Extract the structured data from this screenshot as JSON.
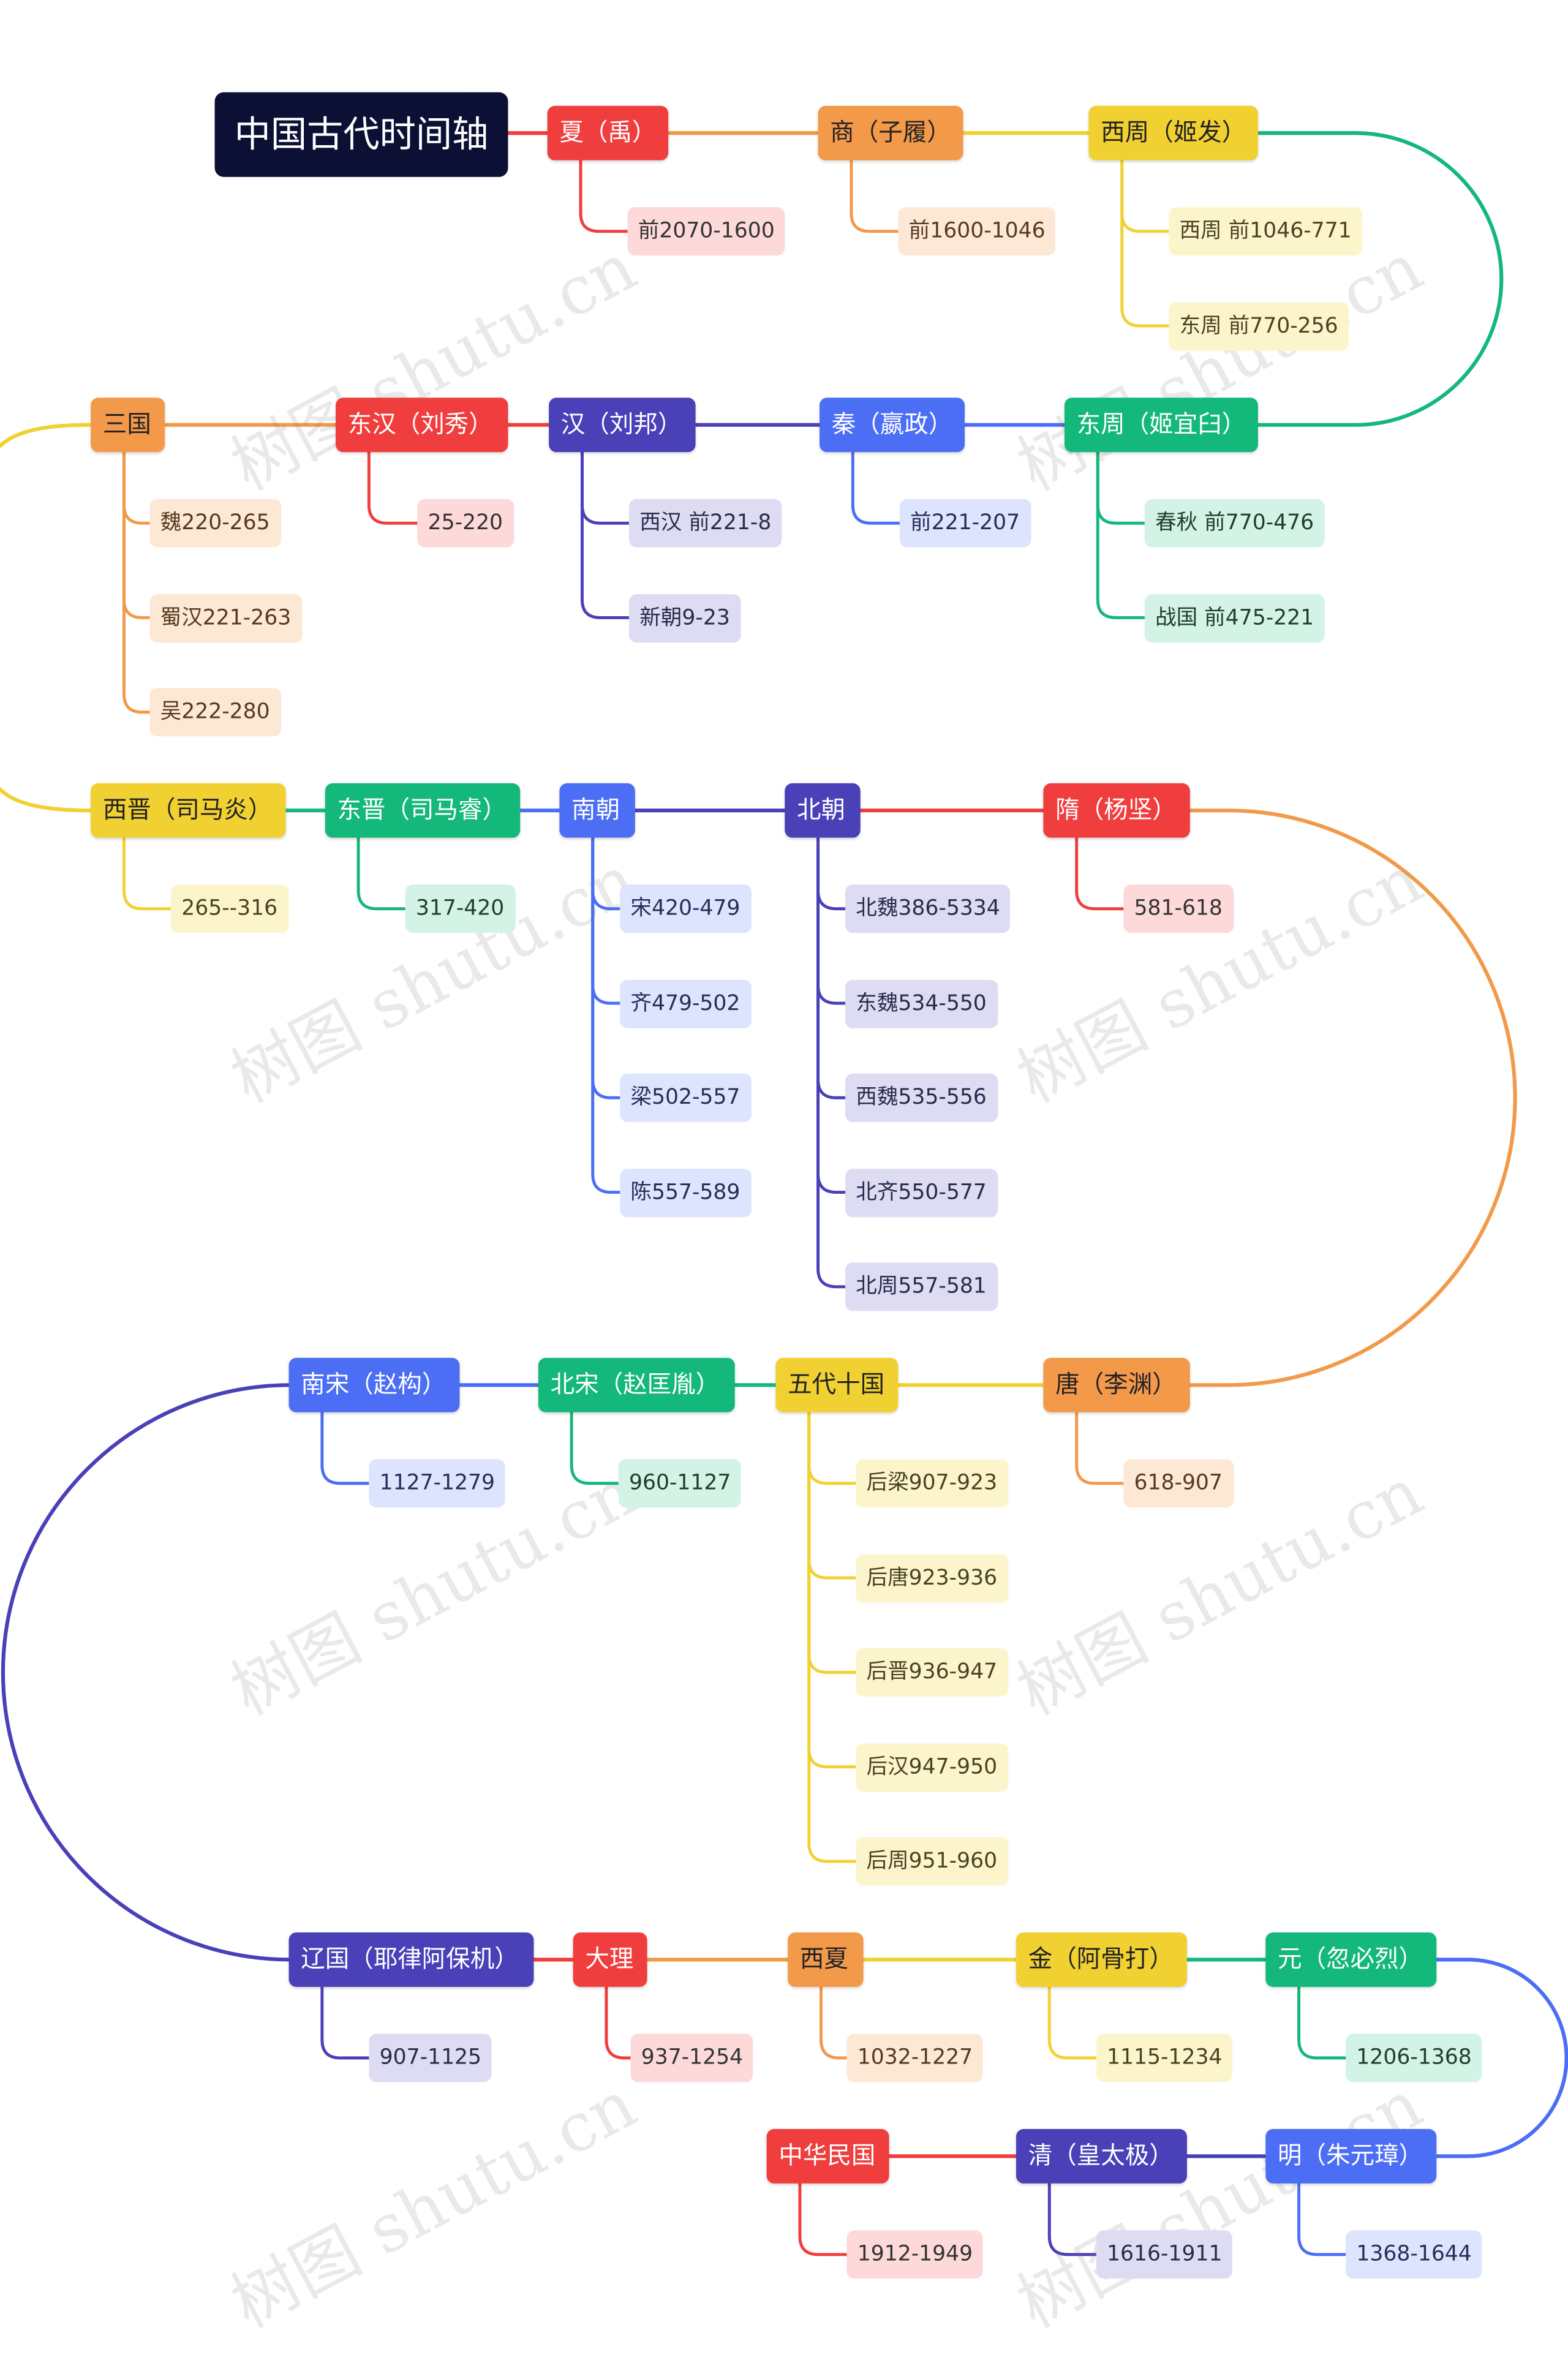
{
  "title": "中国古代时间轴",
  "watermark": "树图 shutu.cn",
  "dynasties": [
    {
      "label": "夏（禹）",
      "color": "#f03e3e",
      "leaves": [
        "前2070-1600"
      ]
    },
    {
      "label": "商（子履）",
      "color": "#f2994a",
      "leaves": [
        "前1600-1046"
      ]
    },
    {
      "label": "西周（姬发）",
      "color": "#f1d132",
      "leaves": [
        "西周 前1046-771",
        "东周 前770-256"
      ]
    },
    {
      "label": "东周（姬宜臼）",
      "color": "#14b87a",
      "leaves": [
        "春秋 前770-476",
        "战国 前475-221"
      ]
    },
    {
      "label": "秦（嬴政）",
      "color": "#4c6ef5",
      "leaves": [
        "前221-207"
      ]
    },
    {
      "label": "汉（刘邦）",
      "color": "#4a40b8",
      "leaves": [
        "西汉 前221-8",
        "新朝9-23"
      ]
    },
    {
      "label": "东汉（刘秀）",
      "color": "#f03e3e",
      "leaves": [
        "25-220"
      ]
    },
    {
      "label": "三国",
      "color": "#f2994a",
      "leaves": [
        "魏220-265",
        "蜀汉221-263",
        "吴222-280"
      ]
    },
    {
      "label": "西晋（司马炎）",
      "color": "#f1d132",
      "leaves": [
        "265--316"
      ]
    },
    {
      "label": "东晋（司马睿）",
      "color": "#14b87a",
      "leaves": [
        "317-420"
      ]
    },
    {
      "label": "南朝",
      "color": "#4c6ef5",
      "leaves": [
        "宋420-479",
        "齐479-502",
        "梁502-557",
        "陈557-589"
      ]
    },
    {
      "label": "北朝",
      "color": "#4a40b8",
      "leaves": [
        "北魏386-5334",
        "东魏534-550",
        "西魏535-556",
        "北齐550-577",
        "北周557-581"
      ]
    },
    {
      "label": "隋（杨坚）",
      "color": "#f03e3e",
      "leaves": [
        "581-618"
      ]
    },
    {
      "label": "唐（李渊）",
      "color": "#f2994a",
      "leaves": [
        "618-907"
      ]
    },
    {
      "label": "五代十国",
      "color": "#f1d132",
      "leaves": [
        "后梁907-923",
        "后唐923-936",
        "后晋936-947",
        "后汉947-950",
        "后周951-960"
      ]
    },
    {
      "label": "北宋（赵匡胤）",
      "color": "#14b87a",
      "leaves": [
        "960-1127"
      ]
    },
    {
      "label": "南宋（赵构）",
      "color": "#4c6ef5",
      "leaves": [
        "1127-1279"
      ]
    },
    {
      "label": "辽国（耶律阿保机）",
      "color": "#4a40b8",
      "leaves": [
        "907-1125"
      ]
    },
    {
      "label": "大理",
      "color": "#f03e3e",
      "leaves": [
        "937-1254"
      ]
    },
    {
      "label": "西夏",
      "color": "#f2994a",
      "leaves": [
        "1032-1227"
      ]
    },
    {
      "label": "金（阿骨打）",
      "color": "#f1d132",
      "leaves": [
        "1115-1234"
      ]
    },
    {
      "label": "元（忽必烈）",
      "color": "#14b87a",
      "leaves": [
        "1206-1368"
      ]
    },
    {
      "label": "明（朱元璋）",
      "color": "#4c6ef5",
      "leaves": [
        "1368-1644"
      ]
    },
    {
      "label": "清（皇太极）",
      "color": "#4a40b8",
      "leaves": [
        "1616-1911"
      ]
    },
    {
      "label": "中华民国",
      "color": "#f03e3e",
      "leaves": [
        "1912-1949"
      ]
    }
  ]
}
